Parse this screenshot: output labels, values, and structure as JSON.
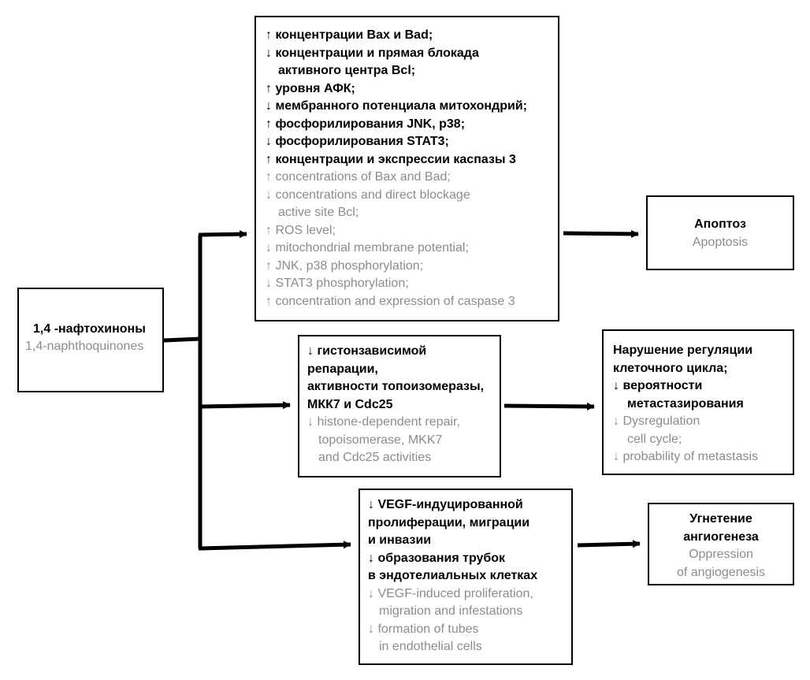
{
  "source": {
    "ru": "1,4 -нафтохиноны",
    "en": "1,4-naphthoquinones"
  },
  "mechanism_boxes": [
    {
      "id": "apoptosis-mechanisms",
      "lines": [
        {
          "lang": "ru",
          "text": "↑ концентрации Bax и Bad;"
        },
        {
          "lang": "ru",
          "text": "↓ концентрации и прямая блокада"
        },
        {
          "lang": "ru",
          "text": "активного центра Bcl;",
          "indent": true
        },
        {
          "lang": "ru",
          "text": "↑ уровня АФК;"
        },
        {
          "lang": "ru",
          "text": "↓ мембранного потенциала митохондрий;"
        },
        {
          "lang": "ru",
          "text": "↑ фосфорилирования JNK, p38;"
        },
        {
          "lang": "ru",
          "text": "↓ фосфорилирования STAT3;"
        },
        {
          "lang": "ru",
          "text": "↑ концентрации и экспрессии каспазы 3"
        },
        {
          "lang": "en",
          "text": "↑ concentrations of Bax and Bad;"
        },
        {
          "lang": "en",
          "text": "↓ concentrations and direct blockage"
        },
        {
          "lang": "en",
          "text": "active site Bcl;",
          "indent": true
        },
        {
          "lang": "en",
          "text": "↑ ROS level;"
        },
        {
          "lang": "en",
          "text": "↓ mitochondrial membrane potential;"
        },
        {
          "lang": "en",
          "text": "↑ JNK, p38 phosphorylation;"
        },
        {
          "lang": "en",
          "text": "↓ STAT3 phosphorylation;"
        },
        {
          "lang": "en",
          "text": "↑ concentration and expression of caspase 3"
        }
      ]
    },
    {
      "id": "cell-cycle-mechanisms",
      "lines": [
        {
          "lang": "ru",
          "text": "↓ гистонзависимой"
        },
        {
          "lang": "ru",
          "text": "репарации,"
        },
        {
          "lang": "ru",
          "text": "активности топоизомеразы,"
        },
        {
          "lang": "ru",
          "text": "МКК7 и Cdc25"
        },
        {
          "lang": "en",
          "text": "↓ histone-dependent repair,"
        },
        {
          "lang": "en",
          "text": "topoisomerase, MKK7",
          "indent": true
        },
        {
          "lang": "en",
          "text": "and Cdc25 activities",
          "indent": true
        }
      ]
    },
    {
      "id": "angiogenesis-mechanisms",
      "lines": [
        {
          "lang": "ru",
          "text": "↓ VEGF-индуцированной"
        },
        {
          "lang": "ru",
          "text": "пролиферации, миграции"
        },
        {
          "lang": "ru",
          "text": "и инвазии"
        },
        {
          "lang": "ru",
          "text": "↓ образования трубок"
        },
        {
          "lang": "ru",
          "text": "в эндотелиальных клетках"
        },
        {
          "lang": "en",
          "text": "↓ VEGF-induced proliferation,"
        },
        {
          "lang": "en",
          "text": "migration and infestations",
          "indent": true
        },
        {
          "lang": "en",
          "text": "↓ formation of tubes"
        },
        {
          "lang": "en",
          "text": "in endothelial cells",
          "indent": true
        }
      ]
    }
  ],
  "outcome_boxes": [
    {
      "id": "outcome-apoptosis",
      "lines": [
        {
          "lang": "ru",
          "text": "Апоптоз"
        },
        {
          "lang": "en",
          "text": "Apoptosis"
        }
      ]
    },
    {
      "id": "outcome-cell-cycle",
      "lines": [
        {
          "lang": "ru",
          "text": "Нарушение регуляции"
        },
        {
          "lang": "ru",
          "text": "клеточного цикла;"
        },
        {
          "lang": "ru",
          "text": "↓ вероятности"
        },
        {
          "lang": "ru",
          "text": "метастазирования",
          "indent": true
        },
        {
          "lang": "en",
          "text": "↓ Dysregulation"
        },
        {
          "lang": "en",
          "text": "cell cycle;",
          "indent": true
        },
        {
          "lang": "en",
          "text": "↓ probability of metastasis"
        }
      ]
    },
    {
      "id": "outcome-angiogenesis",
      "lines": [
        {
          "lang": "ru",
          "text": "Угнетение"
        },
        {
          "lang": "ru",
          "text": "ангиогенеза"
        },
        {
          "lang": "en",
          "text": "Oppression"
        },
        {
          "lang": "en",
          "text": "of angiogenesis"
        }
      ]
    }
  ]
}
